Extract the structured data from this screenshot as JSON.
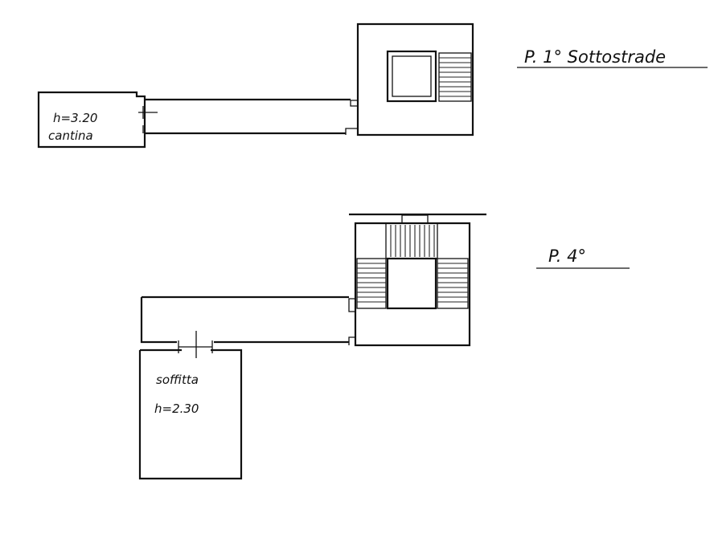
{
  "floors": [
    {
      "label": "P. 1° Sottostrade",
      "rooms": [
        {
          "height": "h=3.20",
          "name": "cantina"
        }
      ]
    },
    {
      "label": "P. 4°",
      "rooms": [
        {
          "name": "soffitta",
          "height": "h=2.30"
        }
      ]
    }
  ]
}
